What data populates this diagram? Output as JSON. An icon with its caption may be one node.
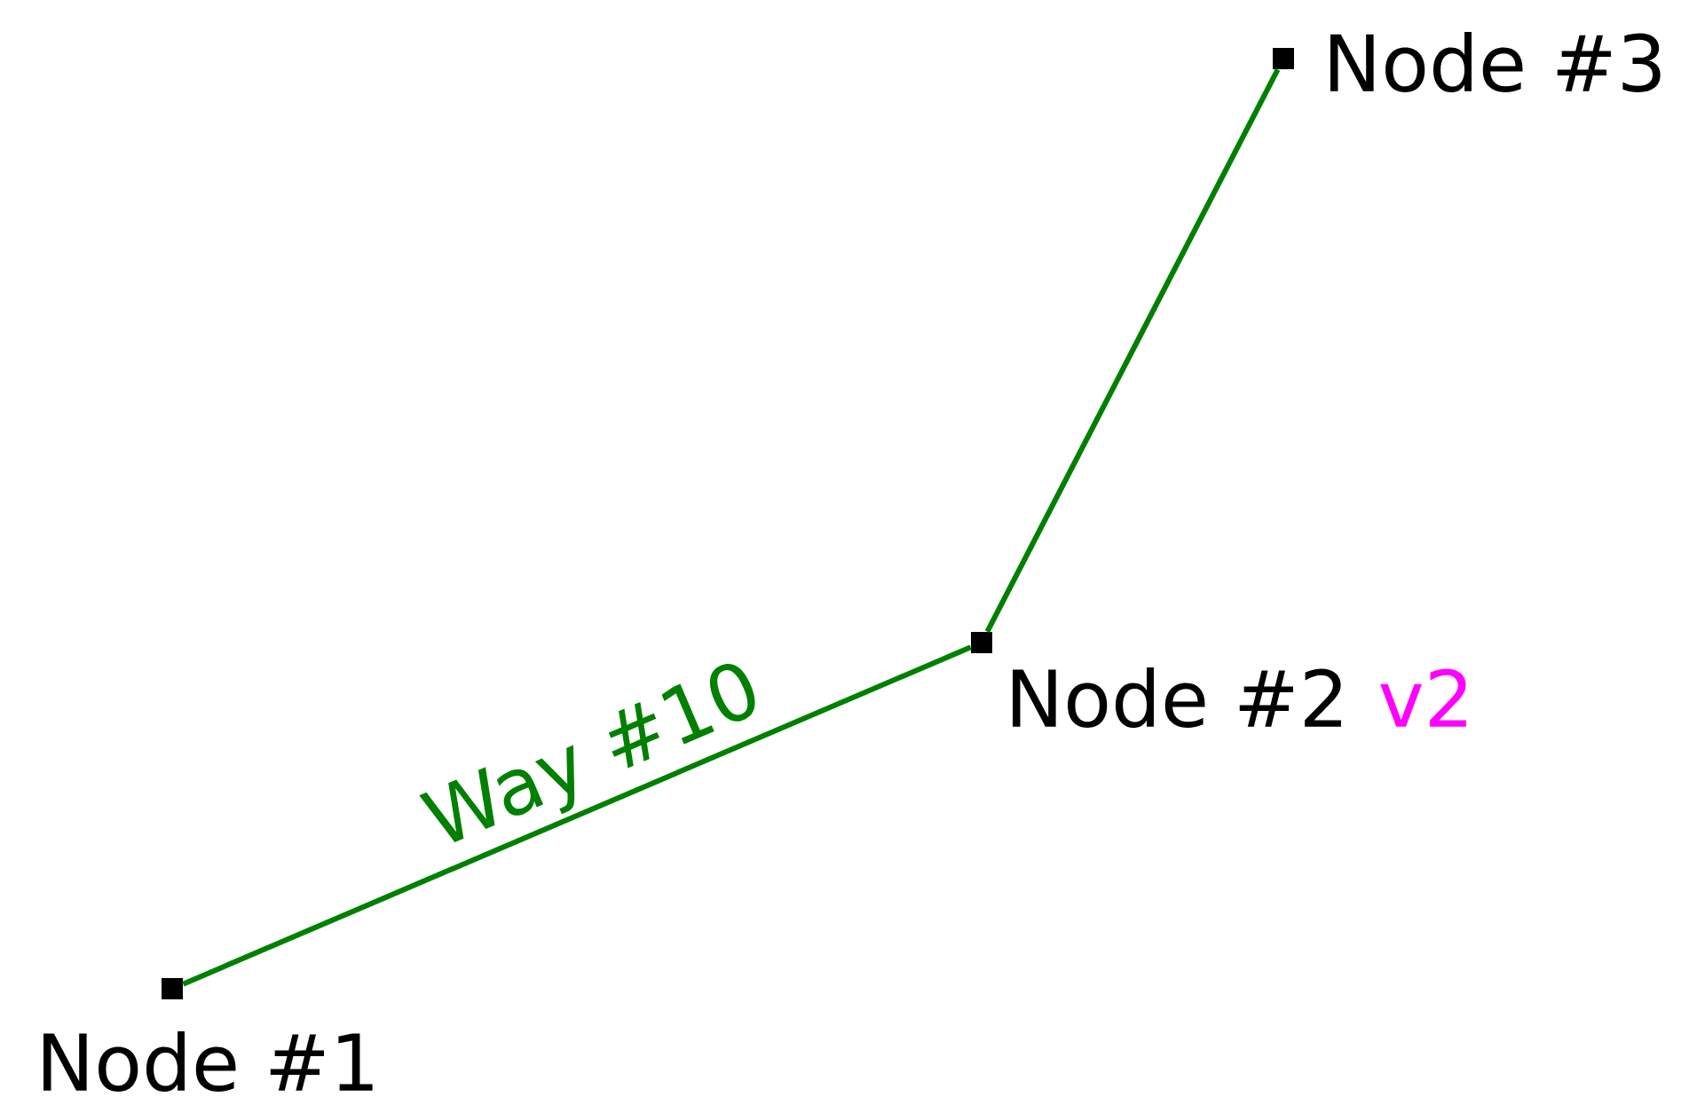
{
  "diagram": {
    "nodes": [
      {
        "text": [],
        "shape": "box",
        "beside": [
          "Node #1"
        ]
      },
      {
        "text": [],
        "shape": "box",
        "beside": [
          "Node #2",
          "v2"
        ]
      },
      {
        "text": [],
        "shape": "box",
        "beside": [
          "Node #3"
        ]
      }
    ],
    "edges": [
      {
        "from": 0,
        "to": 1,
        "arrow": "none",
        "label": "Way #10",
        "color": "#008000"
      },
      {
        "from": 1,
        "to": 2,
        "arrow": "none",
        "color": "#008000"
      }
    ]
  }
}
